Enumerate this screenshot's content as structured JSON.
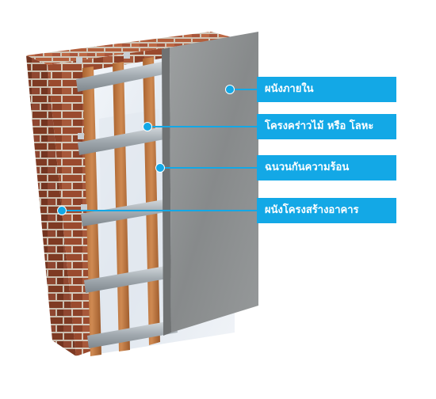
{
  "diagram": {
    "callouts": [
      {
        "label": "ผนังภายใน"
      },
      {
        "label": "โครงคร่าวไม้ หรือ โลหะ"
      },
      {
        "label": "ฉนวนกันความร้อน"
      },
      {
        "label": "ผนังโครงสร้างอาคาร"
      }
    ],
    "colors": {
      "callout": "#13a8e6",
      "brick": "#9a4a2e",
      "mortar": "#d8cfc4",
      "stud": "#c27a45",
      "insulation": "#e9eef4",
      "board": "#8d9091",
      "rail": "#aab2b8"
    }
  }
}
